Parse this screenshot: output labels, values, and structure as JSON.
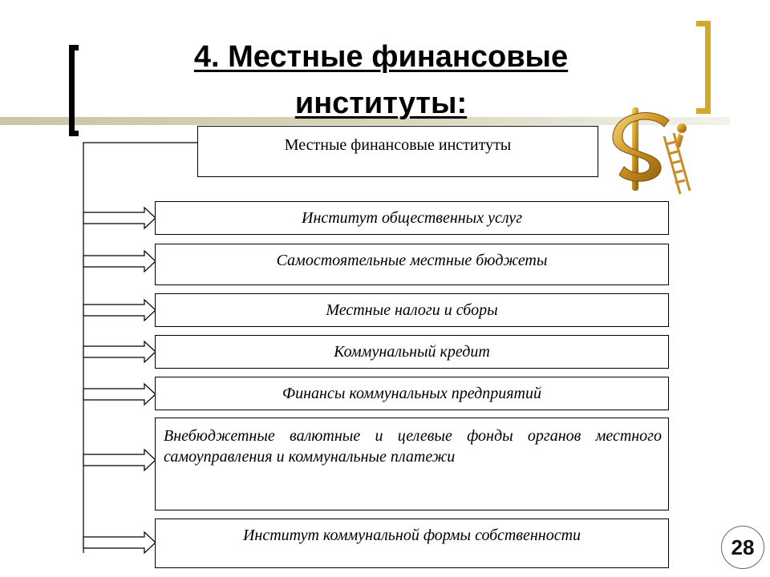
{
  "slide": {
    "title_line1": "4. Местные финансовые",
    "title_line2": "институты:",
    "page_number": "28"
  },
  "diagram": {
    "root": "Местные финансовые институты",
    "items": [
      "Институт общественных услуг",
      "Самостоятельные местные бюджеты",
      "Местные налоги и сборы",
      "Коммунальный кредит",
      "Финансы коммунальных предприятий",
      "Внебюджетные валютные и целевые фонды органов местного самоуправления и коммунальные платежи",
      "Институт коммунальной формы собственности"
    ]
  },
  "colors": {
    "accent_gold": "#d2a82d",
    "stripe": "#c9c5a5",
    "line": "#000000"
  },
  "icons": {
    "illustration": "golden-dollar-sign-with-figure-on-ladder"
  }
}
